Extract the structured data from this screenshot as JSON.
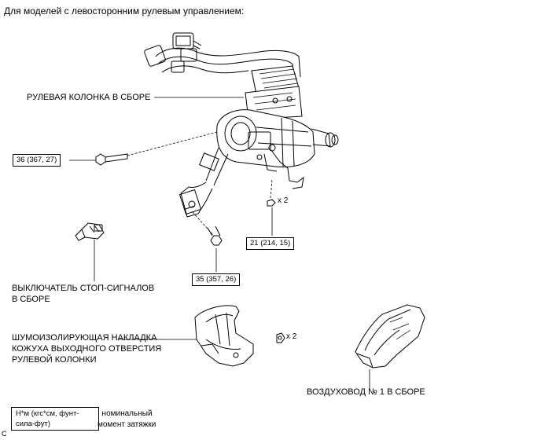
{
  "header": "Для моделей с левосторонним рулевым управлением:",
  "callouts": {
    "steering_column": "РУЛЕВАЯ КОЛОНКА В СБОРЕ",
    "stop_switch_line1": "ВЫКЛЮЧАТЕЛЬ СТОП-СИГНАЛОВ",
    "stop_switch_line2": "В СБОРЕ",
    "cover_line1": "ШУМОИЗОЛИРУЮЩАЯ НАКЛАДКА",
    "cover_line2": "КОЖУХА ВЫХОДНОГО ОТВЕРСТИЯ",
    "cover_line3": "РУЛЕВОЙ КОЛОНКИ",
    "air_duct": "ВОЗДУХОВОД № 1 В СБОРЕ"
  },
  "torque_specs": {
    "bolt_left": "36 (367, 27)",
    "bolt_lower": "35 (357, 26)",
    "nut_right": "21 (214, 15)"
  },
  "quantities": {
    "nut_qty": "x 2",
    "clip_qty": "x 2"
  },
  "legend": {
    "unit_line1": "Н*м (кгс*см, фунт-",
    "unit_line2": "сила-фут)",
    "desc_line1": ": номинальный",
    "desc_line2": "момент затяжки"
  },
  "figure_id": "C"
}
